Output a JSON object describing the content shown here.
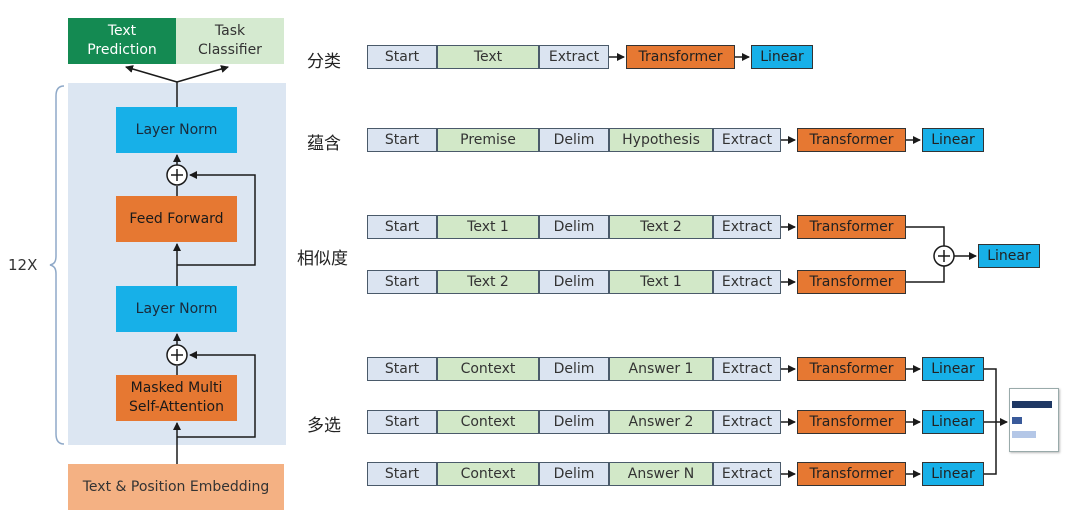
{
  "left": {
    "heads": [
      "Text\nPrediction",
      "Task\nClassifier"
    ],
    "layer_norm_top": "Layer Norm",
    "feed_forward": "Feed Forward",
    "layer_norm_bottom": "Layer Norm",
    "attention": "Masked Multi\nSelf-Attention",
    "embedding": "Text & Position Embedding",
    "repeat": "12X"
  },
  "tasks": {
    "classification": {
      "label": "分类",
      "tokens": [
        "Start",
        "Text",
        "Extract"
      ]
    },
    "entailment": {
      "label": "蕴含",
      "tokens": [
        "Start",
        "Premise",
        "Delim",
        "Hypothesis",
        "Extract"
      ]
    },
    "similarity": {
      "label": "相似度",
      "row1": [
        "Start",
        "Text 1",
        "Delim",
        "Text 2",
        "Extract"
      ],
      "row2": [
        "Start",
        "Text 2",
        "Delim",
        "Text 1",
        "Extract"
      ]
    },
    "multiple_choice": {
      "label": "多选",
      "rows": [
        [
          "Start",
          "Context",
          "Delim",
          "Answer 1",
          "Extract"
        ],
        [
          "Start",
          "Context",
          "Delim",
          "Answer 2",
          "Extract"
        ],
        [
          "Start",
          "Context",
          "Delim",
          "Answer N",
          "Extract"
        ]
      ]
    }
  },
  "transformer_label": "Transformer",
  "linear_label": "Linear",
  "colors": {
    "transformer": "#e67832",
    "linear": "#17b0e8",
    "text_green": "#d2e8c8",
    "token_blue": "#dbe4f1",
    "block_bg": "#dce6f2",
    "head_dark": "#148a52",
    "head_light": "#d5ead0",
    "embedding": "#f4b183"
  }
}
